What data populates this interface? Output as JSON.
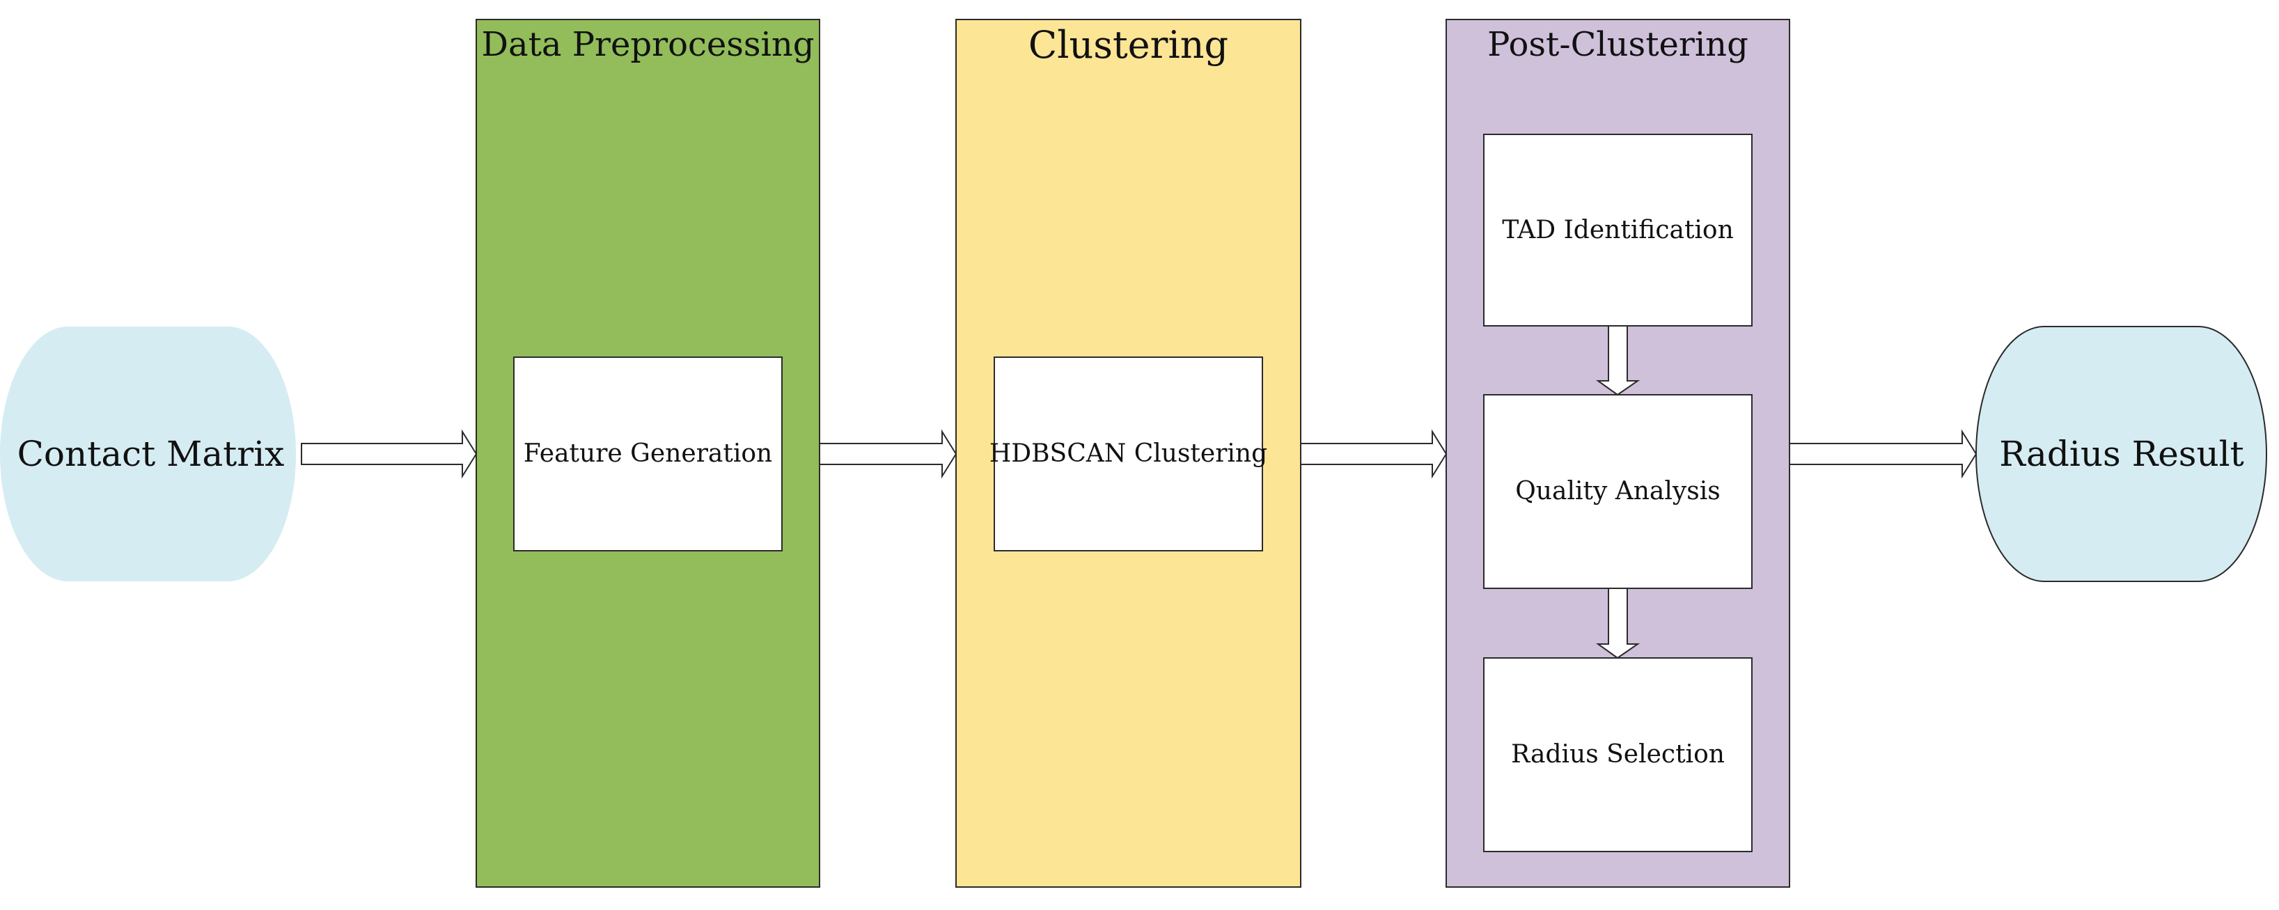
{
  "input": {
    "label": "Contact Matrix"
  },
  "output": {
    "label": "Radius Result"
  },
  "stages": {
    "preprocessing": {
      "title": "Data Preprocessing",
      "color": "#92bd5a",
      "steps": [
        "Feature Generation"
      ]
    },
    "clustering": {
      "title": "Clustering",
      "color": "#fde596",
      "steps": [
        "HDBSCAN Clustering"
      ]
    },
    "post": {
      "title": "Post-Clustering",
      "color": "#cfc1da",
      "steps": [
        "TAD Identification",
        "Quality Analysis",
        "Radius Selection"
      ]
    }
  },
  "terminal_color": "#d5ecf2"
}
